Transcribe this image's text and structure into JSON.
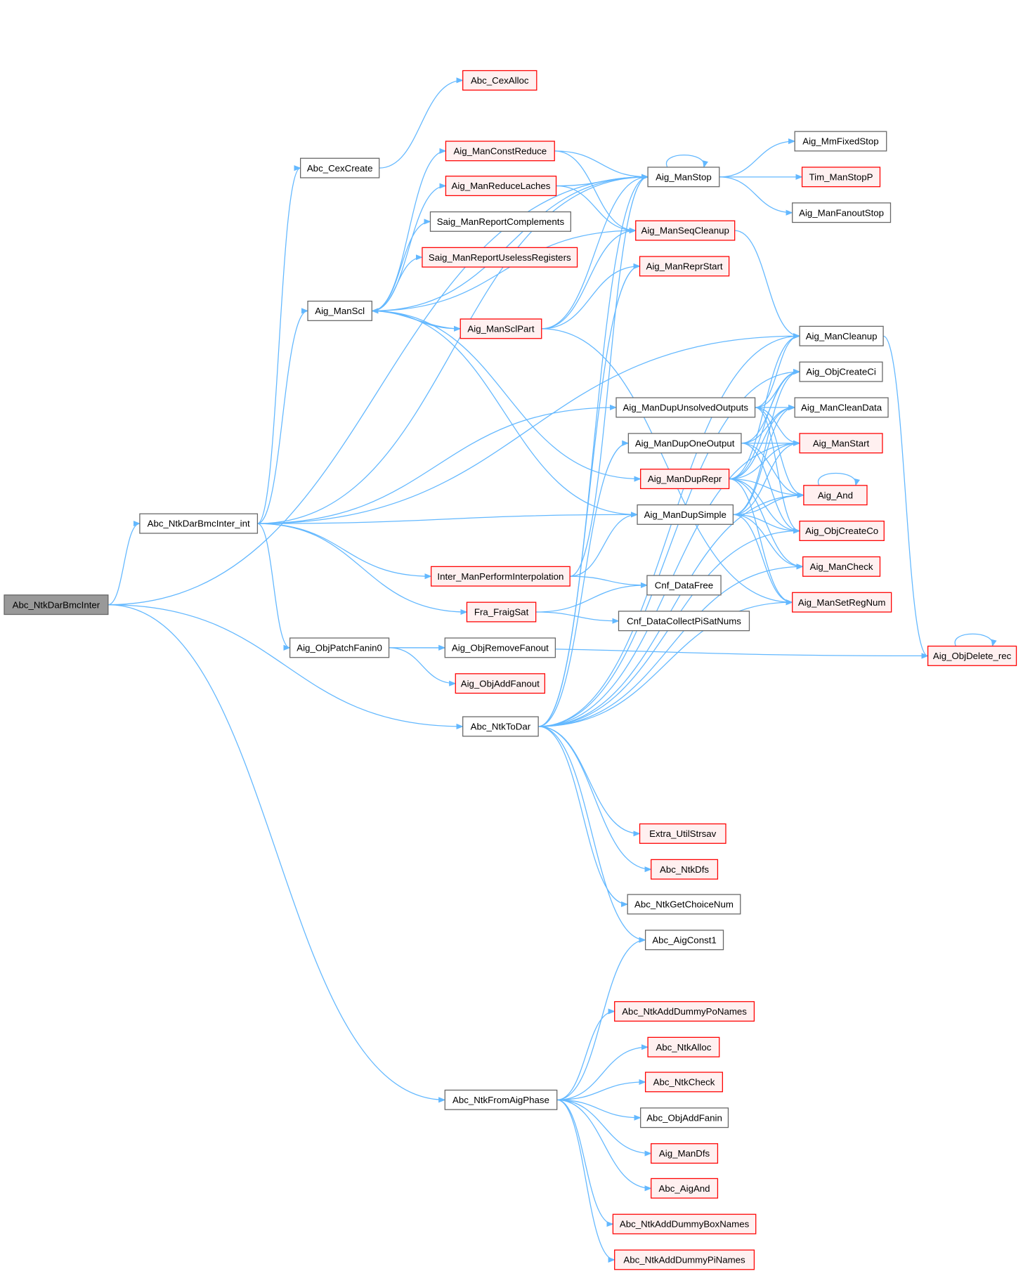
{
  "colors": {
    "edge": "#63b8ff",
    "normal_fill": "#ffffff",
    "normal_stroke": "#666666",
    "red_fill": "#fff0f0",
    "red_stroke": "#ff0000",
    "root_fill": "#999999",
    "root_stroke": "#666666"
  },
  "nodes": [
    {
      "id": "root",
      "label": "Abc_NtkDarBmcInter",
      "style": "root"
    },
    {
      "id": "int",
      "label": "Abc_NtkDarBmcInter_int",
      "style": "normal"
    },
    {
      "id": "cexalloc",
      "label": "Abc_CexAlloc",
      "style": "red"
    },
    {
      "id": "cexcreate",
      "label": "Abc_CexCreate",
      "style": "normal"
    },
    {
      "id": "constreduce",
      "label": "Aig_ManConstReduce",
      "style": "red"
    },
    {
      "id": "reducelaches",
      "label": "Aig_ManReduceLaches",
      "style": "red"
    },
    {
      "id": "repcompl",
      "label": "Saig_ManReportComplements",
      "style": "normal"
    },
    {
      "id": "repuseless",
      "label": "Saig_ManReportUselessRegisters",
      "style": "red"
    },
    {
      "id": "scl",
      "label": "Aig_ManScl",
      "style": "normal"
    },
    {
      "id": "sclpart",
      "label": "Aig_ManSclPart",
      "style": "red"
    },
    {
      "id": "stop",
      "label": "Aig_ManStop",
      "style": "normal"
    },
    {
      "id": "mmfixed",
      "label": "Aig_MmFixedStop",
      "style": "normal"
    },
    {
      "id": "timstop",
      "label": "Tim_ManStopP",
      "style": "red"
    },
    {
      "id": "fanoutstop",
      "label": "Aig_ManFanoutStop",
      "style": "normal"
    },
    {
      "id": "seqcleanup",
      "label": "Aig_ManSeqCleanup",
      "style": "red"
    },
    {
      "id": "reprstart",
      "label": "Aig_ManReprStart",
      "style": "red"
    },
    {
      "id": "cleanup",
      "label": "Aig_ManCleanup",
      "style": "normal"
    },
    {
      "id": "createci",
      "label": "Aig_ObjCreateCi",
      "style": "normal"
    },
    {
      "id": "dupunsolved",
      "label": "Aig_ManDupUnsolvedOutputs",
      "style": "normal"
    },
    {
      "id": "cleandata",
      "label": "Aig_ManCleanData",
      "style": "normal"
    },
    {
      "id": "duponeout",
      "label": "Aig_ManDupOneOutput",
      "style": "normal"
    },
    {
      "id": "start",
      "label": "Aig_ManStart",
      "style": "red"
    },
    {
      "id": "duprepr",
      "label": "Aig_ManDupRepr",
      "style": "red"
    },
    {
      "id": "and",
      "label": "Aig_And",
      "style": "red"
    },
    {
      "id": "dupsimple",
      "label": "Aig_ManDupSimple",
      "style": "normal"
    },
    {
      "id": "createco",
      "label": "Aig_ObjCreateCo",
      "style": "red"
    },
    {
      "id": "check",
      "label": "Aig_ManCheck",
      "style": "red"
    },
    {
      "id": "setregnum",
      "label": "Aig_ManSetRegNum",
      "style": "red"
    },
    {
      "id": "inter",
      "label": "Inter_ManPerformInterpolation",
      "style": "red"
    },
    {
      "id": "cnffree",
      "label": "Cnf_DataFree",
      "style": "normal"
    },
    {
      "id": "fraig",
      "label": "Fra_FraigSat",
      "style": "red"
    },
    {
      "id": "cnfcollect",
      "label": "Cnf_DataCollectPiSatNums",
      "style": "normal"
    },
    {
      "id": "patch",
      "label": "Aig_ObjPatchFanin0",
      "style": "normal"
    },
    {
      "id": "removefanout",
      "label": "Aig_ObjRemoveFanout",
      "style": "normal"
    },
    {
      "id": "addfanout",
      "label": "Aig_ObjAddFanout",
      "style": "red"
    },
    {
      "id": "delrec",
      "label": "Aig_ObjDelete_rec",
      "style": "red"
    },
    {
      "id": "todar",
      "label": "Abc_NtkToDar",
      "style": "normal"
    },
    {
      "id": "strsav",
      "label": "Extra_UtilStrsav",
      "style": "red"
    },
    {
      "id": "ntkdfs",
      "label": "Abc_NtkDfs",
      "style": "red"
    },
    {
      "id": "choicenum",
      "label": "Abc_NtkGetChoiceNum",
      "style": "normal"
    },
    {
      "id": "const1",
      "label": "Abc_AigConst1",
      "style": "normal"
    },
    {
      "id": "dummypo",
      "label": "Abc_NtkAddDummyPoNames",
      "style": "red"
    },
    {
      "id": "ntkalloc",
      "label": "Abc_NtkAlloc",
      "style": "red"
    },
    {
      "id": "ntkcheck",
      "label": "Abc_NtkCheck",
      "style": "red"
    },
    {
      "id": "fromaig",
      "label": "Abc_NtkFromAigPhase",
      "style": "normal"
    },
    {
      "id": "addfanin",
      "label": "Abc_ObjAddFanin",
      "style": "normal"
    },
    {
      "id": "mandfs",
      "label": "Aig_ManDfs",
      "style": "red"
    },
    {
      "id": "aigand",
      "label": "Abc_AigAnd",
      "style": "red"
    },
    {
      "id": "dummybox",
      "label": "Abc_NtkAddDummyBoxNames",
      "style": "red"
    },
    {
      "id": "dummypi",
      "label": "Abc_NtkAddDummyPiNames",
      "style": "red"
    }
  ],
  "edges": [
    [
      "root",
      "int"
    ],
    [
      "root",
      "stop"
    ],
    [
      "root",
      "todar"
    ],
    [
      "root",
      "fromaig"
    ],
    [
      "int",
      "cexcreate"
    ],
    [
      "int",
      "scl"
    ],
    [
      "int",
      "stop"
    ],
    [
      "int",
      "cleanup"
    ],
    [
      "int",
      "dupunsolved"
    ],
    [
      "int",
      "dupsimple"
    ],
    [
      "int",
      "inter"
    ],
    [
      "int",
      "fraig"
    ],
    [
      "int",
      "patch"
    ],
    [
      "cexcreate",
      "cexalloc"
    ],
    [
      "scl",
      "constreduce"
    ],
    [
      "scl",
      "reducelaches"
    ],
    [
      "scl",
      "repcompl"
    ],
    [
      "scl",
      "repuseless"
    ],
    [
      "scl",
      "sclpart"
    ],
    [
      "scl",
      "stop"
    ],
    [
      "scl",
      "seqcleanup"
    ],
    [
      "scl",
      "duprepr"
    ],
    [
      "scl",
      "dupsimple"
    ],
    [
      "sclpart",
      "scl"
    ],
    [
      "sclpart",
      "stop"
    ],
    [
      "sclpart",
      "seqcleanup"
    ],
    [
      "sclpart",
      "reprstart"
    ],
    [
      "sclpart",
      "setregnum"
    ],
    [
      "constreduce",
      "stop"
    ],
    [
      "constreduce",
      "seqcleanup"
    ],
    [
      "reducelaches",
      "stop"
    ],
    [
      "reducelaches",
      "seqcleanup"
    ],
    [
      "stop",
      "stop"
    ],
    [
      "stop",
      "mmfixed"
    ],
    [
      "stop",
      "timstop"
    ],
    [
      "stop",
      "fanoutstop"
    ],
    [
      "seqcleanup",
      "cleanup"
    ],
    [
      "cleanup",
      "delrec"
    ],
    [
      "delrec",
      "delrec"
    ],
    [
      "dupunsolved",
      "cleanup"
    ],
    [
      "dupunsolved",
      "createci"
    ],
    [
      "dupunsolved",
      "cleandata"
    ],
    [
      "dupunsolved",
      "start"
    ],
    [
      "dupunsolved",
      "and"
    ],
    [
      "dupunsolved",
      "createco"
    ],
    [
      "duponeout",
      "createci"
    ],
    [
      "duponeout",
      "cleandata"
    ],
    [
      "duponeout",
      "start"
    ],
    [
      "duponeout",
      "and"
    ],
    [
      "duponeout",
      "createco"
    ],
    [
      "duprepr",
      "cleanup"
    ],
    [
      "duprepr",
      "createci"
    ],
    [
      "duprepr",
      "cleandata"
    ],
    [
      "duprepr",
      "start"
    ],
    [
      "duprepr",
      "and"
    ],
    [
      "duprepr",
      "createco"
    ],
    [
      "duprepr",
      "check"
    ],
    [
      "duprepr",
      "setregnum"
    ],
    [
      "dupsimple",
      "createci"
    ],
    [
      "dupsimple",
      "cleandata"
    ],
    [
      "dupsimple",
      "start"
    ],
    [
      "dupsimple",
      "and"
    ],
    [
      "dupsimple",
      "createco"
    ],
    [
      "dupsimple",
      "check"
    ],
    [
      "dupsimple",
      "setregnum"
    ],
    [
      "and",
      "and"
    ],
    [
      "inter",
      "stop"
    ],
    [
      "inter",
      "dupsimple"
    ],
    [
      "inter",
      "cnffree"
    ],
    [
      "fraig",
      "cnffree"
    ],
    [
      "fraig",
      "cnfcollect"
    ],
    [
      "patch",
      "removefanout"
    ],
    [
      "patch",
      "addfanout"
    ],
    [
      "patch",
      "delrec"
    ],
    [
      "todar",
      "stop"
    ],
    [
      "todar",
      "cleanup"
    ],
    [
      "todar",
      "createci"
    ],
    [
      "todar",
      "duponeout"
    ],
    [
      "todar",
      "reprstart"
    ],
    [
      "todar",
      "start"
    ],
    [
      "todar",
      "and"
    ],
    [
      "todar",
      "createco"
    ],
    [
      "todar",
      "check"
    ],
    [
      "todar",
      "setregnum"
    ],
    [
      "todar",
      "strsav"
    ],
    [
      "todar",
      "ntkdfs"
    ],
    [
      "todar",
      "choicenum"
    ],
    [
      "todar",
      "const1"
    ],
    [
      "fromaig",
      "const1"
    ],
    [
      "fromaig",
      "dummypo"
    ],
    [
      "fromaig",
      "ntkalloc"
    ],
    [
      "fromaig",
      "ntkcheck"
    ],
    [
      "fromaig",
      "addfanin"
    ],
    [
      "fromaig",
      "mandfs"
    ],
    [
      "fromaig",
      "aigand"
    ],
    [
      "fromaig",
      "dummybox"
    ],
    [
      "fromaig",
      "dummypi"
    ]
  ]
}
